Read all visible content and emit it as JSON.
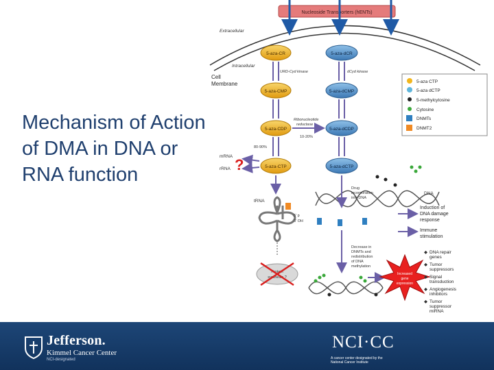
{
  "slide": {
    "title": "Mechanism of Action of DMA in DNA or RNA function"
  },
  "diagram": {
    "transporter_label": "Nucleoside Transporters (hENTs)",
    "extracellular": "Extracellular",
    "intracellular": "Intracellular",
    "cell_membrane": "Cell Membrane",
    "cell_label": "Cell",
    "membrane_label": "Membrane",
    "nodes": {
      "aza_cr": "5-aza-CR",
      "aza_dcr": "5-aza-dCR",
      "aza_cmp": "5-aza-CMP",
      "aza_dcmp": "5-aza-dCMP",
      "aza_cdp": "5-aza-CDP",
      "aza_dcdp": "5-aza-dCDP",
      "aza_ctp": "5-aza-CTP",
      "aza_dctp": "5-aza-dCTP"
    },
    "enzymes": {
      "urd_cyd": "URD-Cyd kinase",
      "dcyd": "dCyd kinase",
      "ribonucleotide": "Ribonucleotide",
      "reductase": "reductase",
      "pct_low": "10-20%",
      "pct_high": "80-90%"
    },
    "rna": {
      "mrna": "mRNA",
      "rrna": "rRNA",
      "trna": "tRNA",
      "question": "?",
      "five_p": "5' p",
      "three_oh": "3' OH",
      "protein": "Protein",
      "synthesis": "synthesis ?"
    },
    "dna": {
      "dna_label": "DNA",
      "drug_inc_1": "Drug",
      "drug_inc_2": "incorporation",
      "drug_inc_3": "into DNA",
      "induction_1": "Induction of",
      "induction_2": "DNA damage",
      "induction_3": "response",
      "immune_1": "Immune",
      "immune_2": "stimulation",
      "decrease_1": "Decrease in",
      "decrease_2": "DNMTs and",
      "decrease_3": "redistribution",
      "decrease_4": "of DNA",
      "decrease_5": "methylation",
      "burst_1": "Increased",
      "burst_2": "gene",
      "burst_3": "expression"
    },
    "outcomes": [
      [
        "DNA repair",
        "genes"
      ],
      [
        "Tumor",
        "suppressors"
      ],
      [
        "Signal",
        "transduction"
      ],
      [
        "Angiogenesis",
        "inhibitors"
      ],
      [
        "Tumor",
        "suppressor",
        "miRNA"
      ]
    ],
    "legend": [
      {
        "label": "5-aza CTP",
        "color": "#f2b61d"
      },
      {
        "label": "5-aza dCTP",
        "color": "#5fb6dc"
      },
      {
        "label": "5-methylcytosine",
        "color": "#222222"
      },
      {
        "label": "Cytosine",
        "color": "#3aa83a"
      },
      {
        "label": "DNMTs",
        "color": "#2f7fc0"
      },
      {
        "label": "DNMT2",
        "color": "#f08a24"
      }
    ],
    "colors": {
      "yellow_node": "#f2b61d",
      "blue_node": "#4e8fc8",
      "arrow": "#6a5fa6",
      "red": "#d9201f"
    }
  },
  "footer": {
    "jefferson_name": "Jefferson.",
    "jefferson_sub": "Kimmel Cancer Center",
    "jefferson_sub2": "NCI-designated",
    "nccn_logo": "NCI·CC",
    "nccn_sub": "A cancer center designated by the National Cancer Institute"
  }
}
